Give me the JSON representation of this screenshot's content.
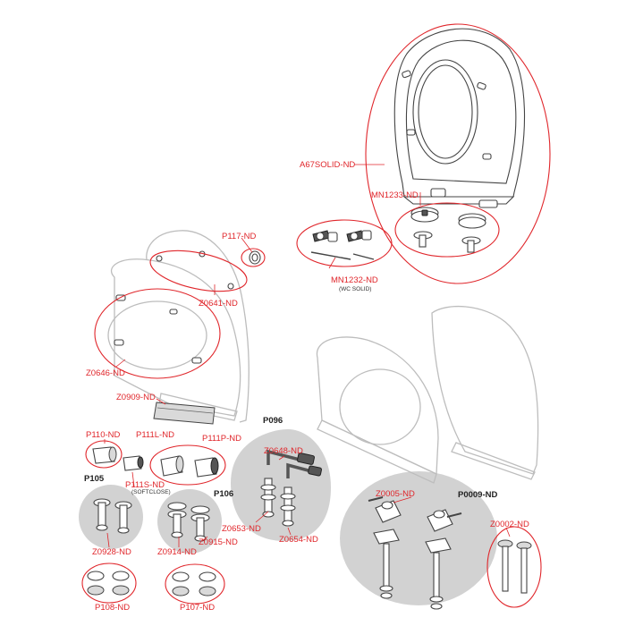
{
  "colors": {
    "label": "#e0262b",
    "group_label": "#222222",
    "group_background": "#d2d2d2",
    "outline": "#444444"
  },
  "parts": {
    "A67SOLID_ND": "A67SOLID-ND",
    "MN1233_ND": "MN1233-ND",
    "MN1232_ND": "MN1232-ND",
    "MN1232_note": "(WC SOLID)",
    "P117_ND": "P117-ND",
    "Z0641_ND": "Z0641-ND",
    "Z0646_ND": "Z0646-ND",
    "Z0909_ND": "Z0909-ND",
    "P110_ND": "P110-ND",
    "P111L_ND": "P111L-ND",
    "P111P_ND": "P111P-ND",
    "P111S_ND": "P111S-ND",
    "P111S_note": "(SOFTCLOSE)",
    "Z0648_ND": "Z0648-ND",
    "Z0653_ND": "Z0653-ND",
    "Z0654_ND": "Z0654-ND",
    "Z0928_ND": "Z0928-ND",
    "Z0914_ND": "Z0914-ND",
    "Z0915_ND": "Z0915-ND",
    "P108_ND": "P108-ND",
    "P107_ND": "P107-ND",
    "Z0005_ND": "Z0005-ND",
    "Z0002_ND": "Z0002-ND"
  },
  "groups": {
    "P096": "P096",
    "P105": "P105",
    "P106": "P106",
    "P0009_ND": "P0009-ND"
  }
}
